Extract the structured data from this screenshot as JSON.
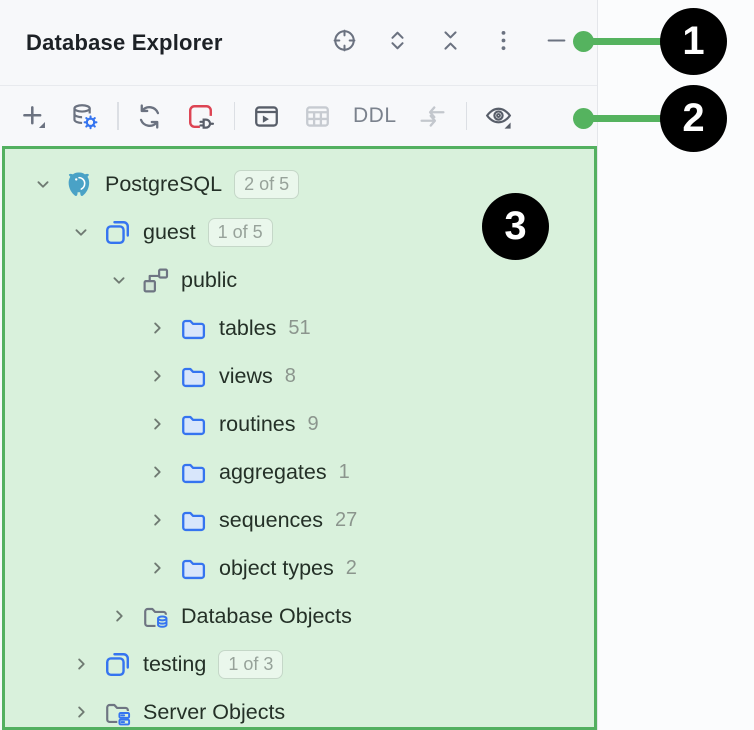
{
  "header": {
    "title": "Database Explorer",
    "icons": [
      "locate-opened-element-icon",
      "expand-all-icon",
      "collapse-all-icon",
      "more-options-icon",
      "hide-icon"
    ]
  },
  "toolbar": {
    "icons": [
      "new-item-icon",
      "data-source-properties-icon",
      "refresh-icon",
      "disconnect-icon",
      "jump-to-query-console-icon",
      "open-table-icon",
      "ddl-label",
      "jump-to-editor-icon",
      "view-options-icon"
    ],
    "ddl_label": "DDL"
  },
  "tree": {
    "rows": [
      {
        "label": "PostgreSQL",
        "badge": "2 of 5",
        "icon": "postgresql-icon",
        "level": 0,
        "expanded": true
      },
      {
        "label": "guest",
        "badge": "1 of 5",
        "icon": "database-icon",
        "level": 1,
        "expanded": true
      },
      {
        "label": "public",
        "icon": "schema-icon",
        "level": 2,
        "expanded": true
      },
      {
        "label": "tables",
        "count": "51",
        "icon": "folder-icon",
        "level": 3,
        "expanded": false
      },
      {
        "label": "views",
        "count": "8",
        "icon": "folder-icon",
        "level": 3,
        "expanded": false
      },
      {
        "label": "routines",
        "count": "9",
        "icon": "folder-icon",
        "level": 3,
        "expanded": false
      },
      {
        "label": "aggregates",
        "count": "1",
        "icon": "folder-icon",
        "level": 3,
        "expanded": false
      },
      {
        "label": "sequences",
        "count": "27",
        "icon": "folder-icon",
        "level": 3,
        "expanded": false
      },
      {
        "label": "object types",
        "count": "2",
        "icon": "folder-icon",
        "level": 3,
        "expanded": false
      },
      {
        "label": "Database Objects",
        "icon": "folder-database-icon",
        "level": 2,
        "expanded": false
      },
      {
        "label": "testing",
        "badge": "1 of 3",
        "icon": "database-icon",
        "level": 1,
        "expanded": false
      },
      {
        "label": "Server Objects",
        "icon": "folder-server-icon",
        "level": 1,
        "expanded": false
      }
    ]
  },
  "callouts": {
    "one": "1",
    "two": "2",
    "three": "3"
  },
  "colors": {
    "accent_green": "#55b35f",
    "panel_fill": "#d9f1dc",
    "panel_border": "#53b060",
    "icon_blue": "#3574f0",
    "icon_red": "#dd4453",
    "icon_gray": "#6b7280",
    "postgres_teal": "#4aa2c6",
    "callout_bg": "#000000"
  }
}
